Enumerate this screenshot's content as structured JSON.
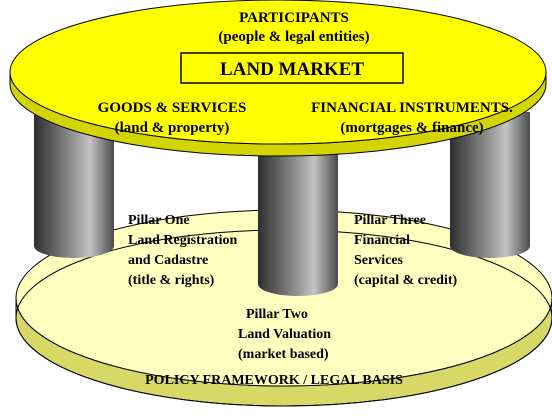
{
  "top": {
    "participants": "PARTICIPANTS",
    "participants_sub": "(people & legal entities)",
    "title": "LAND MARKET",
    "goods": "GOODS & SERVICES",
    "goods_sub": "(land & property)",
    "financial": "FINANCIAL INSTRUMENTS.",
    "financial_sub": "(mortgages & finance)"
  },
  "pillars": {
    "one": [
      "Pillar One",
      "Land Registration",
      "and Cadastre",
      "(title & rights)"
    ],
    "two": [
      "Pillar Two",
      "Land Valuation",
      "(market based)"
    ],
    "three": [
      "Pillar Three",
      "Financial",
      "Services",
      "(capital & credit)"
    ]
  },
  "base": {
    "label": "POLICY FRAMEWORK / LEGAL BASIS"
  },
  "colors": {
    "top_disc": "#ffff00",
    "base_disc": "#ffffc0",
    "base_side": "#d8d866",
    "pillar_dark": "#3a3a3a",
    "pillar_light": "#c8c8c8"
  }
}
